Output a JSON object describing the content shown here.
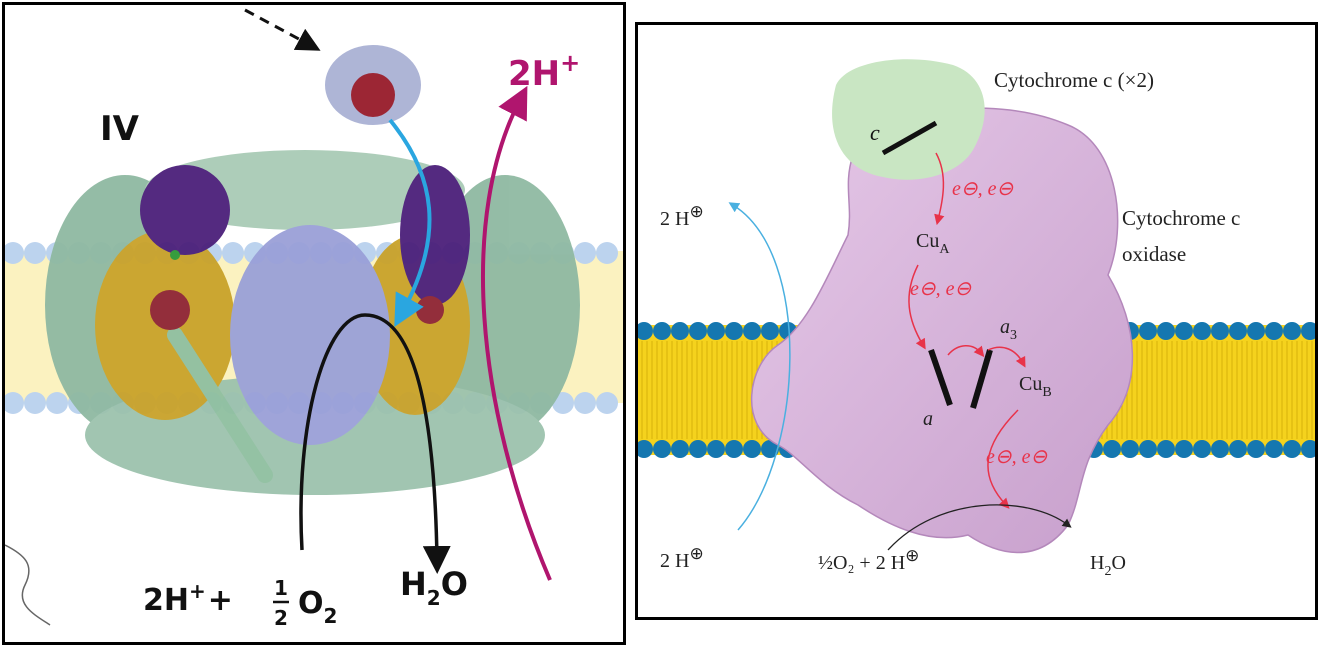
{
  "left_panel": {
    "complex_label": "IV",
    "proton_out": {
      "coef": "2H",
      "sup": "+"
    },
    "reactant": {
      "coef": "2H",
      "sup": "+",
      "plus": "+",
      "frac_num": "1",
      "frac_den": "2",
      "o": "O",
      "o_sub": "2"
    },
    "product": {
      "h": "H",
      "sub": "2",
      "o": "O"
    },
    "colors": {
      "proton_arrow": "#b0156e",
      "electron_arrow": "#2aa6e0",
      "membrane": "#fbf2c0",
      "heads": "#bcd3ee"
    }
  },
  "right_panel": {
    "cyt_c_label": "Cytochrome c (×2)",
    "cyt_c_letter": "c",
    "oxidase_label_1": "Cytochrome c",
    "oxidase_label_2": "oxidase",
    "h_out": "2 H",
    "h_in": "2 H",
    "e_pair_1": "e⊖, e⊖",
    "e_pair_2": "e⊖, e⊖",
    "e_pair_3": "e⊖, e⊖",
    "cu_a": "Cu",
    "cu_a_sub": "A",
    "cu_b": "Cu",
    "cu_b_sub": "B",
    "heme_a": "a",
    "heme_a3": "a",
    "heme_a3_sub": "3",
    "reaction": "½O₂ + 2 H",
    "product": "H",
    "product_sub": "2",
    "product_o": "O",
    "colors": {
      "enzyme": "#d9b6dd",
      "cyt_c": "#c9e6c3",
      "membrane_core": "#f5d21d",
      "heads": "#1577b0",
      "electron": "#e8334a",
      "proton": "#4ab0e0"
    }
  }
}
